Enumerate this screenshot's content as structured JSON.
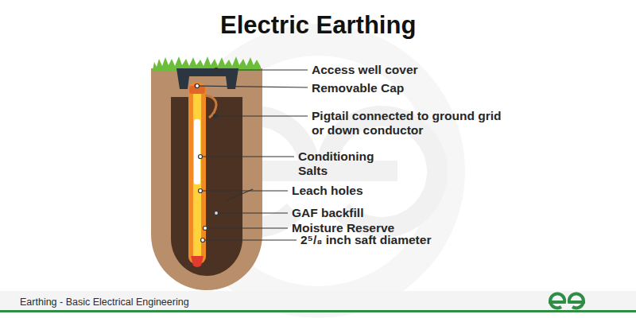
{
  "diagram": {
    "title": "Electric Earthing",
    "labels": [
      "Access well cover",
      "Removable Cap",
      "Pigtail connected to ground grid or down conductor",
      "Conditioning Salts",
      "Leach holes",
      "GAF backfill",
      "Moisture Reserve",
      "2⁵/₈ inch saft diameter",
      "Earthing - Basic Electrical Engineering"
    ]
  }
}
